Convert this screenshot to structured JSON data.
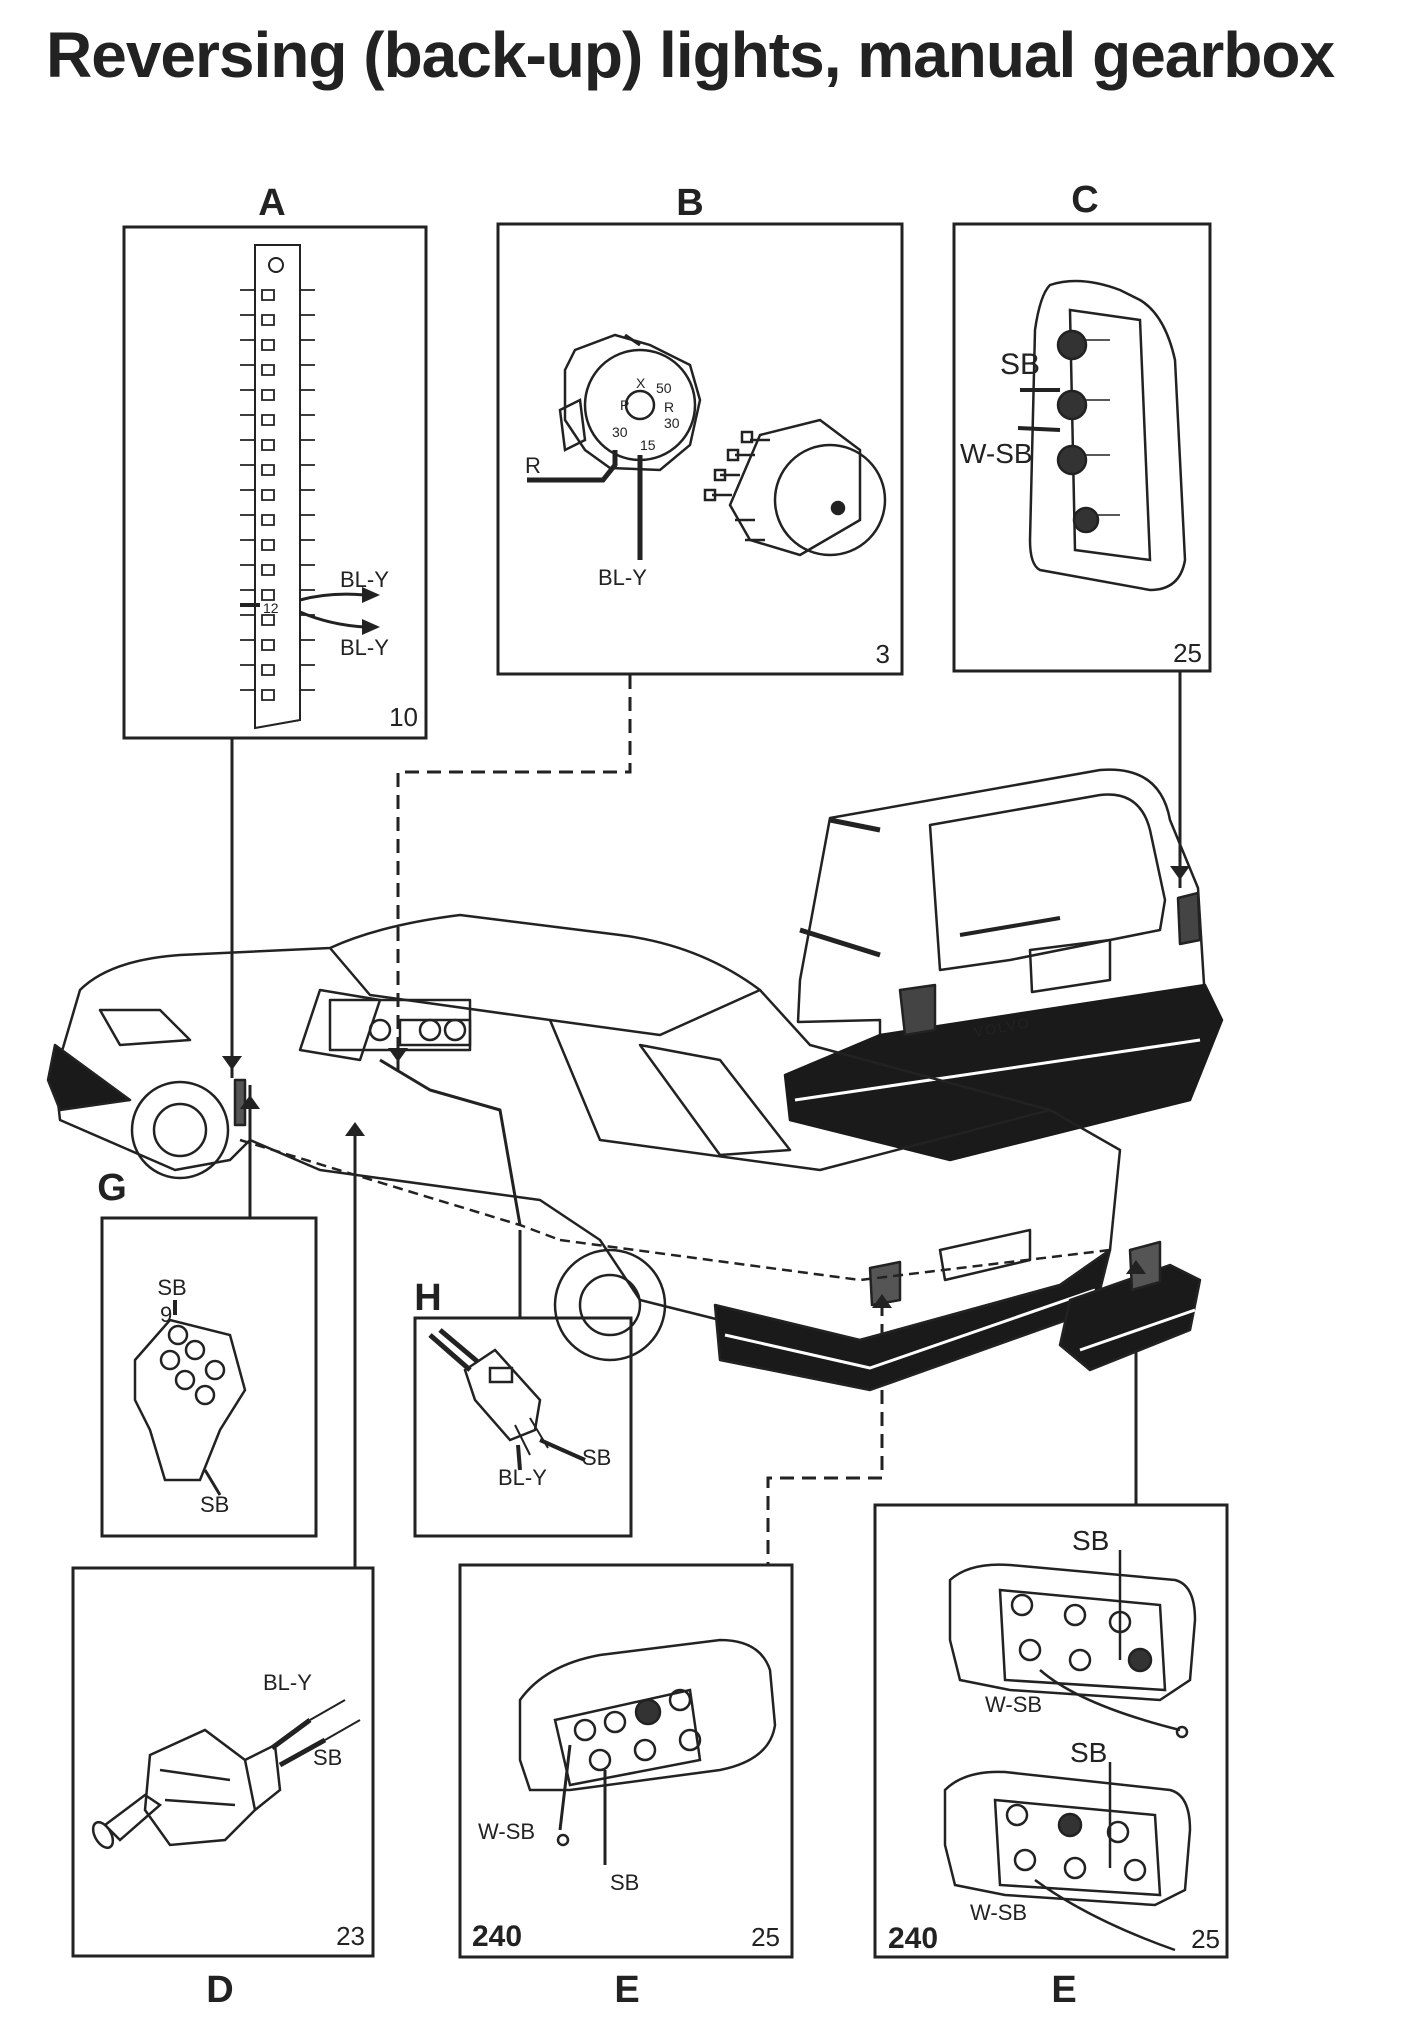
{
  "title": "Reversing (back-up) lights, manual gearbox",
  "panels": {
    "A": {
      "letter": "A",
      "page": "10",
      "wire_upper": "BL-Y",
      "wire_lower": "BL-Y",
      "fuse_no": "12"
    },
    "B": {
      "letter": "B",
      "page": "3",
      "wire_r": "R",
      "wire_bly": "BL-Y",
      "terminals": {
        "x": "X",
        "p": "P",
        "t50": "50",
        "r": "R",
        "t30a": "30",
        "t30b": "30",
        "t15": "15"
      }
    },
    "C": {
      "letter": "C",
      "page": "25",
      "wire_sb": "SB",
      "wire_wsb": "W-SB"
    },
    "D": {
      "letter": "D",
      "page": "23",
      "wire_bly": "BL-Y",
      "wire_sb": "SB"
    },
    "G": {
      "letter": "G",
      "wire_sb_top": "SB",
      "pin": "9",
      "wire_sb_bottom": "SB"
    },
    "H": {
      "letter": "H",
      "wire_bly": "BL-Y",
      "wire_sb": "SB"
    },
    "E1": {
      "letter": "E",
      "model": "240",
      "page": "25",
      "wire_wsb": "W-SB",
      "wire_sb": "SB"
    },
    "E2": {
      "letter": "E",
      "model": "240",
      "page": "25",
      "wire_sb_top": "SB",
      "wire_wsb_top": "W-SB",
      "wire_sb_bottom": "SB",
      "wire_wsb_bottom": "W-SB"
    }
  },
  "car": {
    "badge": "VOLVO"
  },
  "colors": {
    "ink": "#1a1a1a",
    "paper": "#ffffff"
  }
}
